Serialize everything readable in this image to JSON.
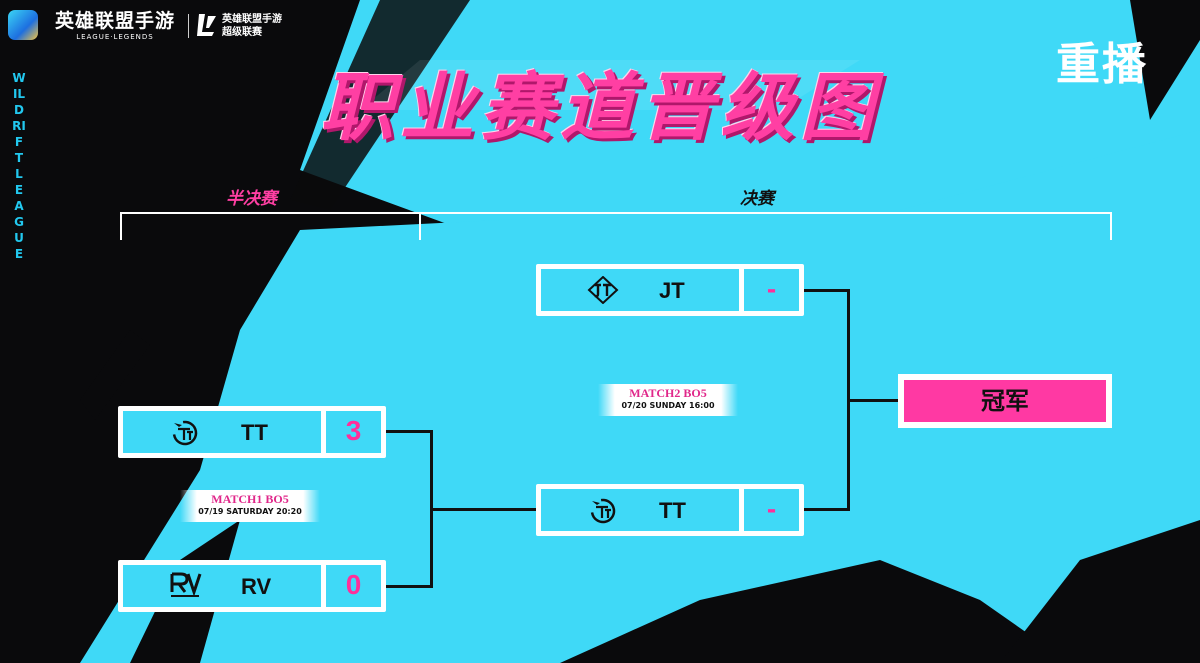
{
  "header": {
    "game_logo_cn": "英雄联盟手游",
    "game_logo_en": "LEAGUE·LEGENDS",
    "league_name_line1": "英雄联盟手游",
    "league_name_line2": "超级联赛",
    "side_text": "WILD RIFT LEAGUE",
    "replay_label": "重播"
  },
  "title": "职业赛道晋级图",
  "rounds": {
    "semifinal_label": "半决赛",
    "final_label": "决赛"
  },
  "semifinal": {
    "match_title": "MATCH1 BO5",
    "match_date": "07/19 SATURDAY 20:20",
    "teams": [
      {
        "name": "TT",
        "score": "3",
        "logo": "tt-logo-icon"
      },
      {
        "name": "RV",
        "score": "0",
        "logo": "rv-logo-icon"
      }
    ]
  },
  "final": {
    "match_title": "MATCH2 BO5",
    "match_date": "07/20 SUNDAY 16:00",
    "teams": [
      {
        "name": "JT",
        "score": "-",
        "logo": "jt-logo-icon"
      },
      {
        "name": "TT",
        "score": "-",
        "logo": "tt-logo-icon"
      }
    ]
  },
  "champion_label": "冠军",
  "colors": {
    "accent_pink": "#ff3fa3",
    "accent_cyan": "#3fd9f7",
    "background": "#0a0a0c"
  }
}
